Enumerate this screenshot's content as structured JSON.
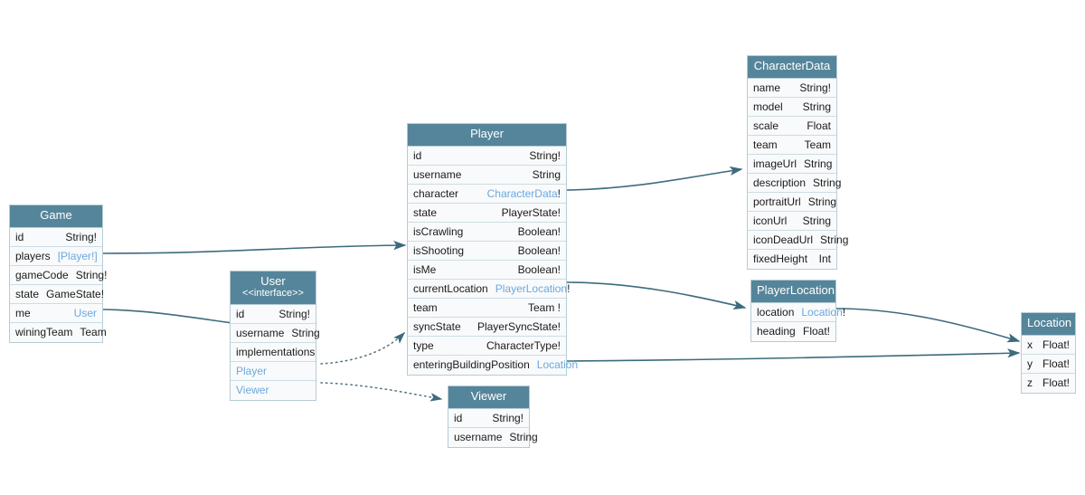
{
  "diagram": {
    "title": "GraphQL Schema Diagram",
    "colors": {
      "header_bg": "#55859a",
      "header_text": "#ffffff",
      "row_bg": "#f9fafb",
      "border": "#b6ccd4",
      "row_border": "#ccdde3",
      "type_link": "#6aa9e0",
      "edge": "#3d6b7d",
      "background": "#ffffff"
    }
  },
  "nodes": {
    "game": {
      "title": "Game",
      "fields": [
        {
          "name": "id",
          "type": "String!",
          "link": false
        },
        {
          "name": "players",
          "type": "[Player!]",
          "link": true
        },
        {
          "name": "gameCode",
          "type": "String!",
          "link": false
        },
        {
          "name": "state",
          "type": "GameState!",
          "link": false
        },
        {
          "name": "me",
          "type": "User",
          "link": true
        },
        {
          "name": "winingTeam",
          "type": "Team",
          "link": false
        }
      ]
    },
    "user": {
      "title": "User",
      "subtitle": "<<interface>>",
      "fields": [
        {
          "name": "id",
          "type": "String!",
          "link": false
        },
        {
          "name": "username",
          "type": "String",
          "link": false
        }
      ],
      "implementations_label": "implementations",
      "implementations": [
        {
          "name": "Player"
        },
        {
          "name": "Viewer"
        }
      ]
    },
    "player": {
      "title": "Player",
      "fields": [
        {
          "name": "id",
          "type": "String!",
          "link": false
        },
        {
          "name": "username",
          "type": "String",
          "link": false
        },
        {
          "name": "character",
          "type": "CharacterData",
          "link": true,
          "bang": "!"
        },
        {
          "name": "state",
          "type": "PlayerState!",
          "link": false
        },
        {
          "name": "isCrawling",
          "type": "Boolean!",
          "link": false
        },
        {
          "name": "isShooting",
          "type": "Boolean!",
          "link": false
        },
        {
          "name": "isMe",
          "type": "Boolean!",
          "link": false
        },
        {
          "name": "currentLocation",
          "type": "PlayerLocation",
          "link": true,
          "bang": "!"
        },
        {
          "name": "team",
          "type": "Team !",
          "link": false
        },
        {
          "name": "syncState",
          "type": "PlayerSyncState!",
          "link": false
        },
        {
          "name": "type",
          "type": "CharacterType!",
          "link": false
        },
        {
          "name": "enteringBuildingPosition",
          "type": "Location",
          "link": true
        }
      ]
    },
    "viewer": {
      "title": "Viewer",
      "fields": [
        {
          "name": "id",
          "type": "String!",
          "link": false
        },
        {
          "name": "username",
          "type": "String",
          "link": false
        }
      ]
    },
    "characterData": {
      "title": "CharacterData",
      "fields": [
        {
          "name": "name",
          "type": "String!",
          "link": false
        },
        {
          "name": "model",
          "type": "String",
          "link": false
        },
        {
          "name": "scale",
          "type": "Float",
          "link": false
        },
        {
          "name": "team",
          "type": "Team",
          "link": false
        },
        {
          "name": "imageUrl",
          "type": "String",
          "link": false
        },
        {
          "name": "description",
          "type": "String",
          "link": false
        },
        {
          "name": "portraitUrl",
          "type": "String",
          "link": false
        },
        {
          "name": "iconUrl",
          "type": "String",
          "link": false
        },
        {
          "name": "iconDeadUrl",
          "type": "String",
          "link": false
        },
        {
          "name": "fixedHeight",
          "type": "Int",
          "link": false
        }
      ]
    },
    "playerLocation": {
      "title": "PlayerLocation",
      "fields": [
        {
          "name": "location",
          "type": "Location",
          "link": true,
          "bang": "!"
        },
        {
          "name": "heading",
          "type": "Float!",
          "link": false
        }
      ]
    },
    "location": {
      "title": "Location",
      "fields": [
        {
          "name": "x",
          "type": "Float!",
          "link": false
        },
        {
          "name": "y",
          "type": "Float!",
          "link": false
        },
        {
          "name": "z",
          "type": "Float!",
          "link": false
        }
      ]
    }
  },
  "edges": [
    {
      "from": "game.players",
      "to": "player",
      "style": "solid"
    },
    {
      "from": "game.me",
      "to": "user",
      "style": "solid"
    },
    {
      "from": "player.character",
      "to": "characterData",
      "style": "solid"
    },
    {
      "from": "player.currentLocation",
      "to": "playerLocation",
      "style": "solid"
    },
    {
      "from": "player.enteringBuildingPosition",
      "to": "location",
      "style": "solid"
    },
    {
      "from": "playerLocation.location",
      "to": "location",
      "style": "solid"
    },
    {
      "from": "user.Player",
      "to": "player",
      "style": "dotted"
    },
    {
      "from": "user.Viewer",
      "to": "viewer",
      "style": "dotted"
    }
  ]
}
